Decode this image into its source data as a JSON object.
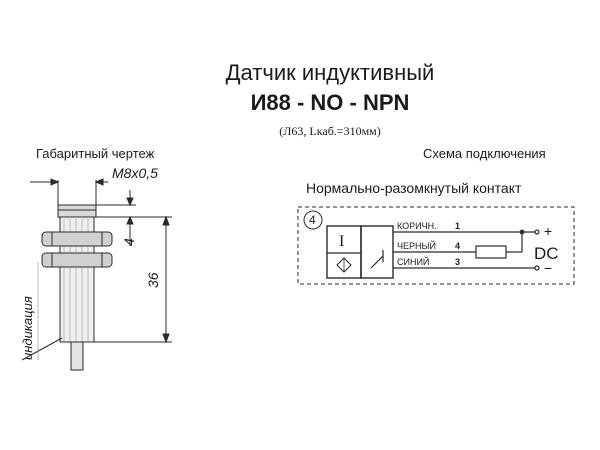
{
  "title": "Датчик индуктивный",
  "model": "И88 - NO - NPN",
  "spec": "(Л63, Lкаб.=310мм)",
  "left_section": {
    "heading": "Габаритный чертеж",
    "thread": "M8x0,5",
    "dim_small": "4",
    "dim_large": "36",
    "indicator_label": "индикация"
  },
  "right_section": {
    "heading": "Схема подключения",
    "contact_type": "Нормально-разомкнутый контакт",
    "diagram_number": "4",
    "symbol_letter": "I",
    "wires": [
      {
        "label": "КОРИЧН.",
        "pin": "1",
        "polarity": "+"
      },
      {
        "label": "ЧЕРНЫЙ",
        "pin": "4",
        "polarity": ""
      },
      {
        "label": "СИНИЙ",
        "pin": "3",
        "polarity": "−"
      }
    ],
    "supply": "DC"
  }
}
